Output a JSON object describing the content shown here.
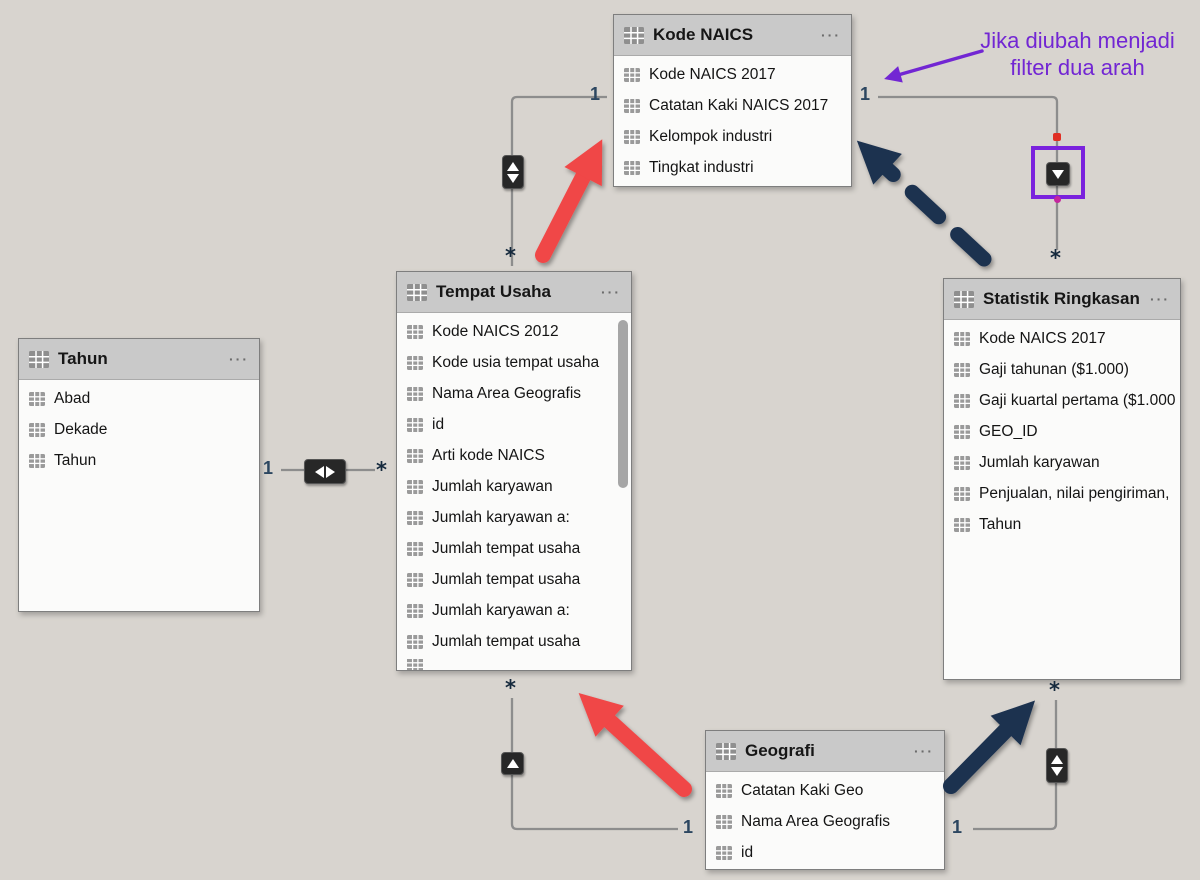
{
  "annotation": {
    "line1": "Jika diubah menjadi",
    "line2": "filter dua arah"
  },
  "tables": {
    "tahun": {
      "title": "Tahun",
      "menu": "···",
      "fields": [
        "Abad",
        "Dekade",
        "Tahun"
      ]
    },
    "tempat_usaha": {
      "title": "Tempat Usaha",
      "menu": "···",
      "fields": [
        "Kode NAICS 2012",
        "Kode usia tempat usaha",
        "Nama Area Geografis",
        "id",
        "Arti kode NAICS",
        "Jumlah karyawan",
        "Jumlah karyawan a:",
        "Jumlah tempat usaha",
        "Jumlah tempat usaha",
        "Jumlah karyawan a:",
        "Jumlah tempat usaha"
      ]
    },
    "kode_naics": {
      "title": "Kode NAICS",
      "menu": "···",
      "fields": [
        "Kode NAICS 2017",
        "Catatan Kaki NAICS 2017",
        "Kelompok industri",
        "Tingkat industri"
      ]
    },
    "statistik_ringkasan": {
      "title": "Statistik Ringkasan",
      "menu": "···",
      "fields": [
        "Kode NAICS 2017",
        "Gaji tahunan ($1.000)",
        "Gaji kuartal pertama ($1.000",
        "GEO_ID",
        "Jumlah karyawan",
        "Penjualan, nilai pengiriman,",
        "Tahun"
      ]
    },
    "geografi": {
      "title": "Geografi",
      "menu": "···",
      "fields": [
        "Catatan Kaki Geo",
        "Nama Area Geografis",
        "id"
      ]
    }
  },
  "relationships": {
    "one": "1",
    "many": "*"
  },
  "colors": {
    "red_arrow": "#f04646",
    "navy_arrow": "#1b3150",
    "purple": "#7226d3",
    "line": "#8d8d8d"
  }
}
